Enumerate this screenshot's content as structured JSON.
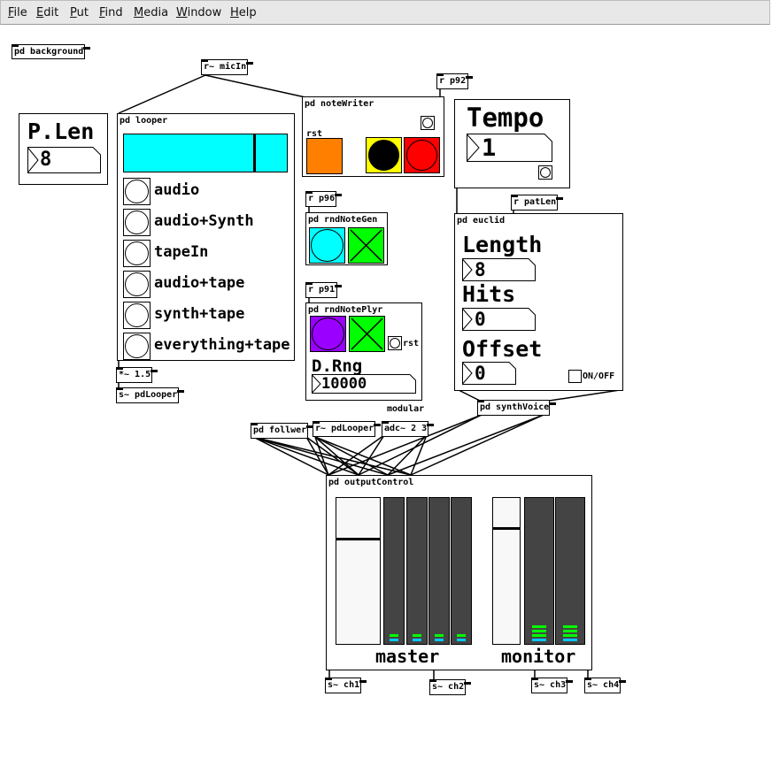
{
  "menu": {
    "file": "File",
    "file_u": "F",
    "file_rest": "ile",
    "edit": "Edit",
    "edit_u": "E",
    "edit_rest": "dit",
    "put": "Put",
    "put_u": "P",
    "put_rest": "ut",
    "find": "Find",
    "find_u": "F",
    "find_rest": "ind",
    "media": "Media",
    "media_u": "M",
    "media_rest": "edia",
    "window": "Window",
    "window_u": "W",
    "window_rest": "indow",
    "help": "Help",
    "help_u": "H",
    "help_rest": "elp"
  },
  "objects": {
    "pd_background": "pd background",
    "r_micin": "r~ micIn",
    "r_p92": "r p92",
    "pd_looper": "pd looper",
    "pd_notewriter": "pd noteWriter",
    "r_p96": "r p96",
    "pd_rndnotegen": "pd rndNoteGen",
    "r_p91": "r p91",
    "pd_rndnoteplyr": "pd rndNotePlyr",
    "r_patlen": "r patLen",
    "pd_euclid": "pd euclid",
    "mul": "*~ 1.5",
    "s_pdlooper": "s~ pdLooper",
    "pd_follwer": "pd follwer",
    "r_pdlooper": "r~ pdLooper",
    "adc": "adc~ 2 3",
    "pd_synthvoice": "pd synthVoice",
    "pd_outputcontrol": "pd outputControl",
    "s_ch1": "s~ ch1",
    "s_ch2": "s~ ch2",
    "s_ch3": "s~ ch3",
    "s_ch4": "s~ ch4"
  },
  "comments": {
    "modular": "modular"
  },
  "plen": {
    "title": "P.Len",
    "value": "8"
  },
  "tempo": {
    "title": "Tempo",
    "value": "1"
  },
  "looper": {
    "options": [
      "audio",
      "audio+Synth",
      "tapeIn",
      "audio+tape",
      "synth+tape",
      "everything+tape"
    ],
    "slider_position": 0.8,
    "slider_color": "#00ffff"
  },
  "notewriter": {
    "rst_label": "rst",
    "colors": {
      "rst": "#ff8000",
      "black": "#000000",
      "red": "#ff0000",
      "yellow": "#ffff00"
    }
  },
  "rndnotegen": {
    "colors": {
      "cyan": "#00ffff",
      "green": "#00ff00"
    }
  },
  "rndnoteplyr": {
    "rst_label": "rst",
    "drng_label": "D.Rng",
    "drng_value": "10000",
    "colors": {
      "purple": "#9900ff",
      "green": "#00ff00"
    }
  },
  "euclid": {
    "length_label": "Length",
    "length_value": "8",
    "hits_label": "Hits",
    "hits_value": "0",
    "offset_label": "Offset",
    "offset_value": "0",
    "onoff_label": "ON/OFF"
  },
  "output": {
    "master_label": "master",
    "monitor_label": "monitor",
    "master_fader_level": 0.73,
    "monitor_fader_level": 0.8,
    "meter_color": "#444444",
    "meter_active_color": "#00ff00",
    "meter_base_color": "#00c8ff"
  }
}
